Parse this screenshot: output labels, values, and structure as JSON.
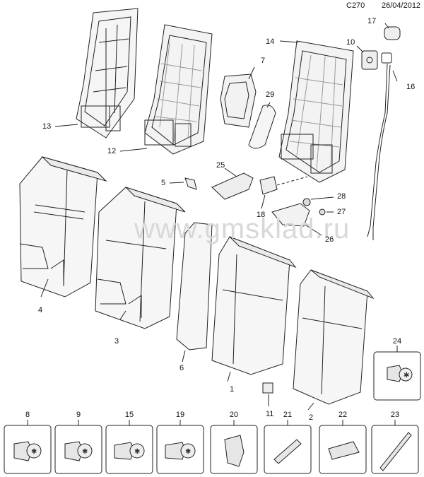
{
  "header": {
    "code": "C270",
    "date": "26/04/2012"
  },
  "watermark": "www.gmsklad.ru",
  "callouts": [
    "1",
    "2",
    "3",
    "4",
    "5",
    "6",
    "7",
    "10",
    "11",
    "12",
    "13",
    "14",
    "16",
    "17",
    "18",
    "25",
    "26",
    "27",
    "28",
    "29"
  ],
  "hardware_boxes": [
    "8",
    "9",
    "15",
    "19",
    "20",
    "21",
    "22",
    "23",
    "24"
  ]
}
